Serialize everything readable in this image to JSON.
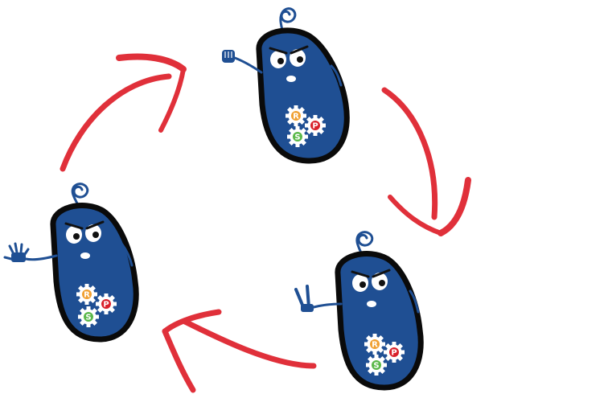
{
  "colors": {
    "background": "#ffffff",
    "arrow": "#e0303a",
    "body_fill": "#1f4f93",
    "body_outline": "#0a0a0a",
    "gear": "#ffffff",
    "gear_r": "#f0a032",
    "gear_p": "#d8202a",
    "gear_s": "#5ab84a",
    "eye": "#ffffff",
    "pupil": "#111111"
  },
  "cycle": {
    "order": [
      "bacterium-top",
      "bacterium-right",
      "bacterium-left"
    ],
    "gestures": {
      "bacterium-top": "rock-fist",
      "bacterium-right": "scissors-hand",
      "bacterium-left": "paper-hand"
    }
  },
  "gears": {
    "r": "R",
    "p": "P",
    "s": "S"
  }
}
